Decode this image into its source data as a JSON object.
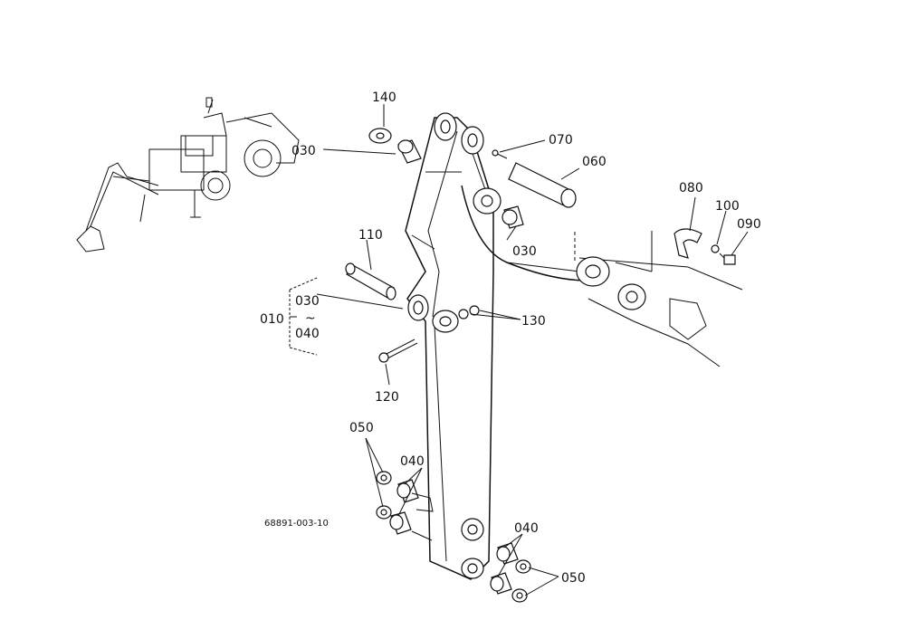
{
  "labels": {
    "p010": "010",
    "p030_upper": "030",
    "p030_mid": "030",
    "p030_group": "030",
    "p040_group": "040",
    "tilde": "~",
    "p040_left": "040",
    "p040_right": "040",
    "p050_left": "050",
    "p050_right": "050",
    "p060": "060",
    "p070": "070",
    "p080": "080",
    "p090": "090",
    "p100": "100",
    "p110": "110",
    "p120": "120",
    "p130": "130",
    "p140": "140"
  },
  "drawing_ref": "68891-003-10"
}
